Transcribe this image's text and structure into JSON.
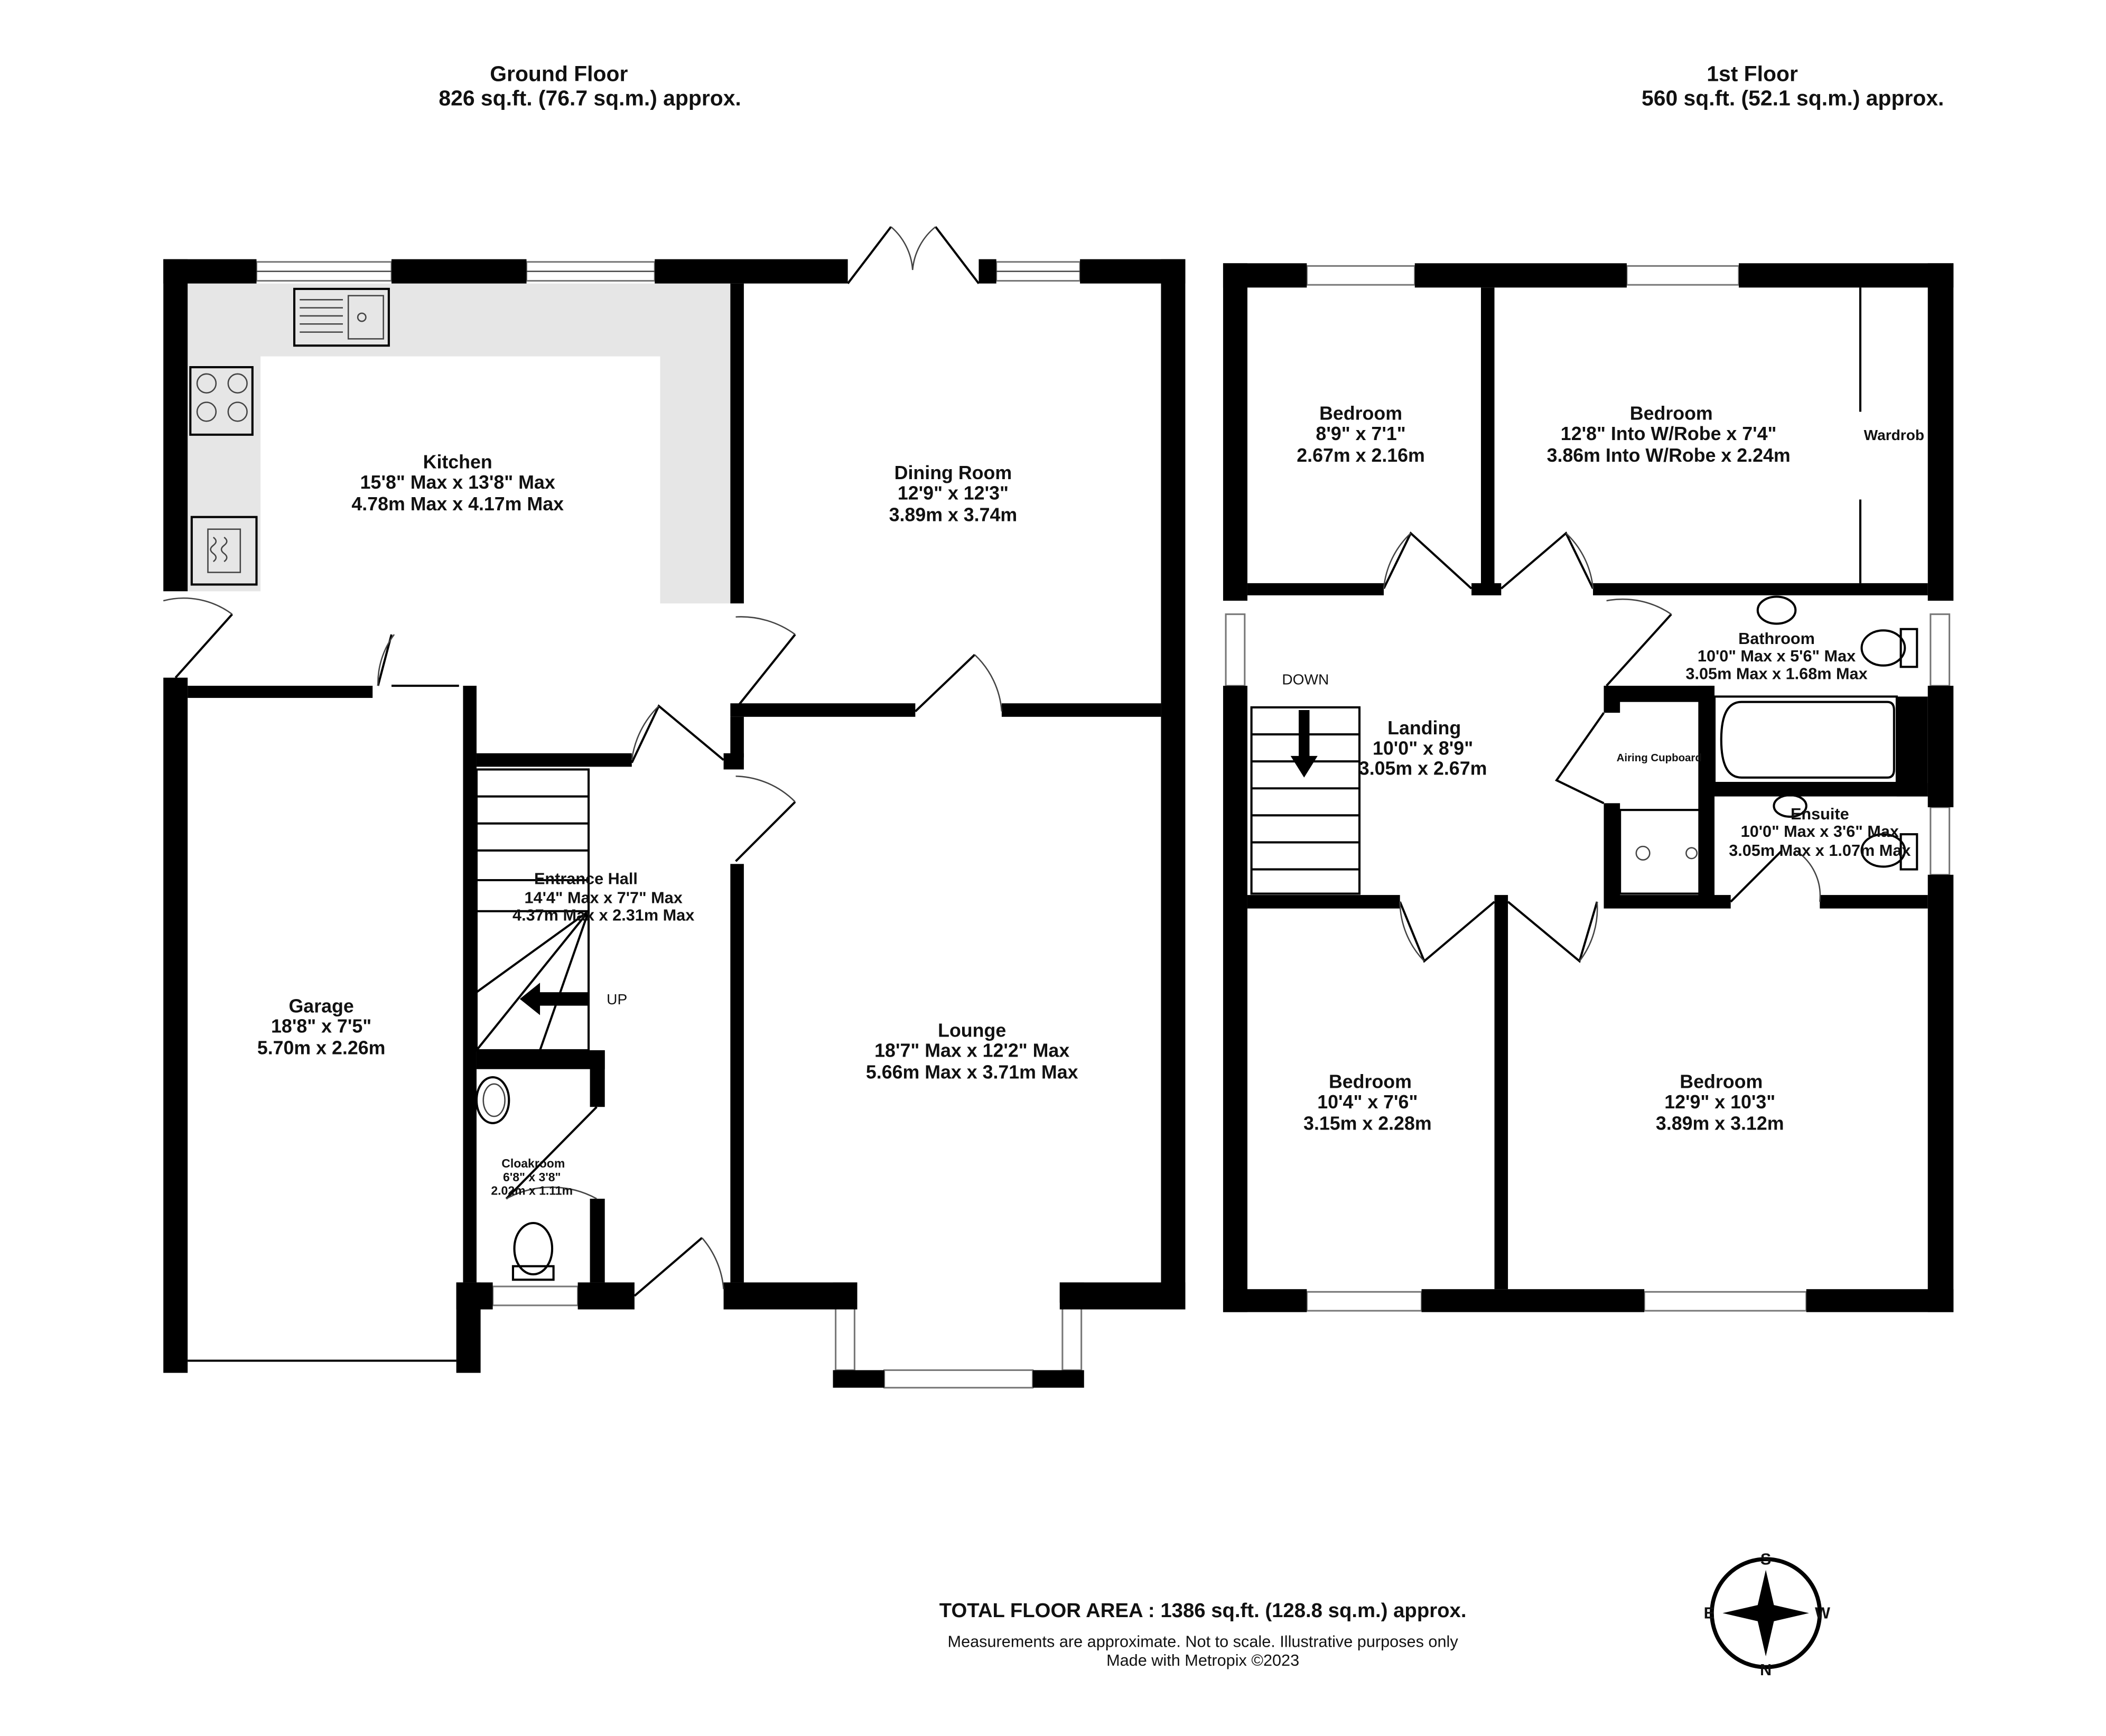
{
  "ground_floor": {
    "title": "Ground Floor",
    "area": "826 sq.ft. (76.7 sq.m.) approx."
  },
  "first_floor": {
    "title": "1st Floor",
    "area": "560 sq.ft. (52.1 sq.m.) approx."
  },
  "rooms": {
    "kitchen": {
      "name": "Kitchen",
      "imperial": "15'8\" Max x 13'8\" Max",
      "metric": "4.78m Max x 4.17m Max"
    },
    "dining": {
      "name": "Dining Room",
      "imperial": "12'9\"  x 12'3\"",
      "metric": "3.89m  x 3.74m"
    },
    "hall": {
      "name": "Entrance Hall",
      "imperial": "14'4\" Max x 7'7\" Max",
      "metric": "4.37m Max x 2.31m Max"
    },
    "garage": {
      "name": "Garage",
      "imperial": "18'8\"  x 7'5\"",
      "metric": "5.70m  x 2.26m"
    },
    "lounge": {
      "name": "Lounge",
      "imperial": "18'7\" Max x 12'2\" Max",
      "metric": "5.66m Max x 3.71m Max"
    },
    "cloakroom": {
      "name": "Cloakroom",
      "imperial": "6'8\"  x 3'8\"",
      "metric": "2.02m  x 1.11m"
    },
    "bedroom1": {
      "name": "Bedroom",
      "imperial": "8'9\"  x 7'1\"",
      "metric": "2.67m  x 2.16m"
    },
    "bedroom2": {
      "name": "Bedroom",
      "imperial": "12'8\" Into W/Robe x 7'4\"",
      "metric": "3.86m Into W/Robe x 2.24m"
    },
    "bathroom": {
      "name": "Bathroom",
      "imperial": "10'0\" Max x 5'6\" Max",
      "metric": "3.05m Max x 1.68m Max"
    },
    "landing": {
      "name": "Landing",
      "imperial": "10'0\"  x 8'9\"",
      "metric": "3.05m  x 2.67m"
    },
    "ensuite": {
      "name": "Ensuite",
      "imperial": "10'0\" Max x 3'6\" Max",
      "metric": "3.05m Max x 1.07m Max"
    },
    "bedroom3": {
      "name": "Bedroom",
      "imperial": "10'4\"  x 7'6\"",
      "metric": "3.15m  x 2.28m"
    },
    "bedroom4": {
      "name": "Bedroom",
      "imperial": "12'9\"  x 10'3\"",
      "metric": "3.89m  x 3.12m"
    }
  },
  "labels": {
    "up": "UP",
    "down": "DOWN",
    "wardrobe": "Wardrob",
    "airing": "Airing Cupboard"
  },
  "compass": {
    "s": "S",
    "w": "W",
    "n": "N",
    "e": "E"
  },
  "footer": {
    "total": "TOTAL FLOOR AREA : 1386 sq.ft. (128.8 sq.m.) approx.",
    "disclaimer": "Measurements are approximate.  Not to scale.  Illustrative purposes only",
    "made_with": "Made with Metropix ©2023"
  },
  "colors": {
    "wall": "#000000",
    "counter": "#e6e6e6"
  }
}
